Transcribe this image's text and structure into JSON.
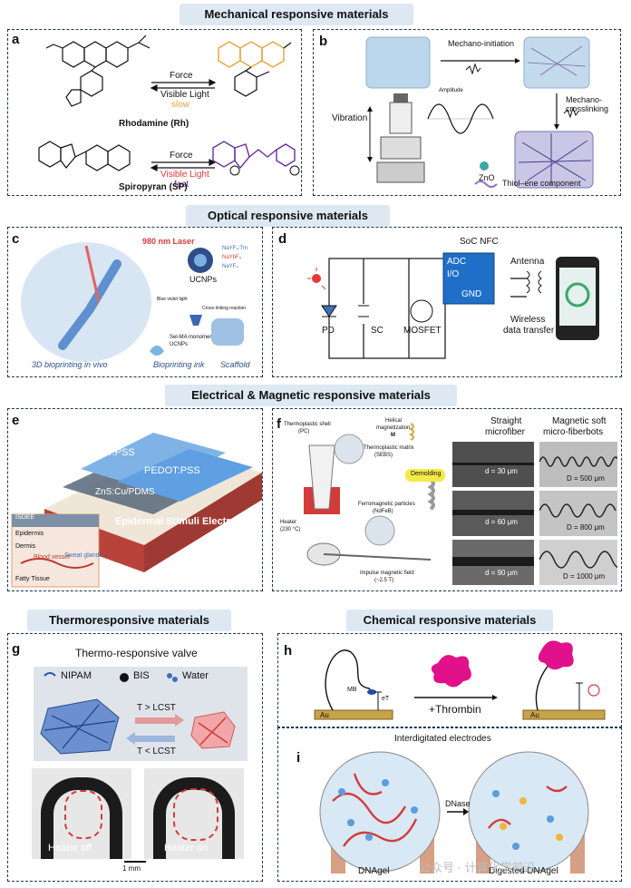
{
  "sections": {
    "mechanical": "Mechanical responsive materials",
    "optical": "Optical responsive materials",
    "electrical": "Electrical & Magnetic responsive materials",
    "thermo": "Thermoresponsive materials",
    "chemical": "Chemical responsive materials"
  },
  "panel_a": {
    "label": "a",
    "force1": "Force",
    "light1": "Visible Light",
    "speed1": "slow",
    "name1": "Rhodamine (Rh)",
    "force2": "Force",
    "light2": "Visible Light",
    "speed2": "fast",
    "name2": "Spiropyran (SP)"
  },
  "panel_b": {
    "label": "b",
    "initiation": "Mechano-initiation",
    "vibration": "Vibration",
    "amplitude": "Amplitude",
    "crosslinking": "Mechano-crosslinking",
    "zno": "ZnO",
    "thiol": "Thiol–ene component"
  },
  "panel_c": {
    "label": "c",
    "laser": "980 nm Laser",
    "ucnp": "UCNPs",
    "shell1": "NaYF₄:Tm",
    "shell2": "NaYbF₄",
    "shell3": "NaYF₄",
    "blue_light": "Blue violet light",
    "crosslink": "Cross-linking reaction",
    "ink1": "Sel-MA monomer",
    "ink2": "UCNPs",
    "cap1": "3D bioprinting in vivo",
    "cap2": "Bioprinting ink",
    "cap3": "Scaffold"
  },
  "panel_d": {
    "label": "d",
    "soc": "SoC NFC",
    "adc": "ADC",
    "io": "I/O",
    "gnd": "GND",
    "antenna": "Antenna",
    "wireless1": "Wireless",
    "wireless2": "data transfer",
    "pd": "PD",
    "sc": "SC",
    "mosfet": "MOSFET"
  },
  "panel_e": {
    "label": "e",
    "layer1": "PEDOT:PSS",
    "layer2": "ZnS:Cu/PDMS",
    "layer3": "PEDOT:PSS",
    "electrode": "Epidermal Stimuli Electrode",
    "isdee": "ISDEE",
    "epidermis": "Epidermis",
    "dermis": "Dermis",
    "vessel": "Blood vessel",
    "glands": "Sweat glands",
    "fat": "Fatty Tissue"
  },
  "panel_f": {
    "label": "f",
    "shell": "Thermoplastic shell",
    "shell_pc": "(PC)",
    "matrix": "Thermoplastic matrix",
    "matrix2": "(SEBS)",
    "heater": "Heater",
    "heater_t": "(230 °C)",
    "ferro": "Ferromagnetic particles",
    "ferro2": "(NdFeB)",
    "helical": "Helical",
    "magnetization": "magnetization",
    "m": "M",
    "demolding": "Demolding",
    "impulse": "Impulse magnetic field",
    "impulse2": "(~2.5 T)",
    "straight1": "Straight",
    "straight2": "microfiber",
    "soft1": "Magnetic soft",
    "soft2": "micro-fiberbots",
    "d1": "d = 30 μm",
    "d2": "d = 60 μm",
    "d3": "d = 90 μm",
    "D1": "D = 500 μm",
    "D2": "D = 800 μm",
    "D3": "D = 1000 μm"
  },
  "panel_g": {
    "label": "g",
    "title": "Thermo-responsive valve",
    "nipam": "NIPAM",
    "bis": "BIS",
    "water": "Water",
    "hot": "T > LCST",
    "cold": "T < LCST",
    "off": "Heater off",
    "on": "Heater on",
    "scale": "1 mm"
  },
  "panel_h": {
    "label": "h",
    "mb": "MB",
    "et": "eT",
    "au1": "Au",
    "au2": "Au",
    "thrombin": "+Thrombin"
  },
  "panel_i": {
    "label": "i",
    "electrodes": "Interdigitated electrodes",
    "dnase": "DNase",
    "dnagel": "DNAgel",
    "digested": "Digested DNAgel"
  },
  "watermark": "公众号 · 计算化学前沿",
  "colors": {
    "title_bg": "#dde8f2",
    "border": "#1e3550",
    "orange": "#e8a13a",
    "purple": "#7a2e9a",
    "blue": "#3f6fb6",
    "red": "#d93a3a"
  }
}
